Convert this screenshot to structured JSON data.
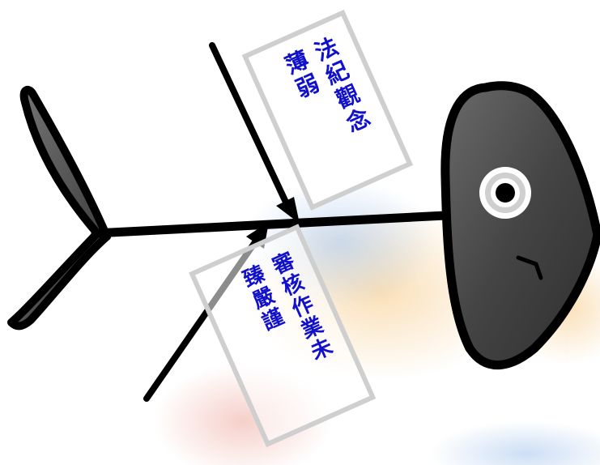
{
  "diagram": {
    "type": "fishbone",
    "causes": [
      {
        "id": "top",
        "label": "法紀觀念薄弱",
        "lines": [
          "法紀觀念",
          "薄弱"
        ]
      },
      {
        "id": "bottom",
        "label": "審核作業未臻嚴謹",
        "lines": [
          "審核作業未",
          "臻嚴謹"
        ]
      }
    ],
    "colors": {
      "text": "#1111cc",
      "fish_fill": "#4a4a4a",
      "outline": "#000000",
      "box_border": "#cfcfcf",
      "eye_ring": "#c8c8c8"
    }
  }
}
